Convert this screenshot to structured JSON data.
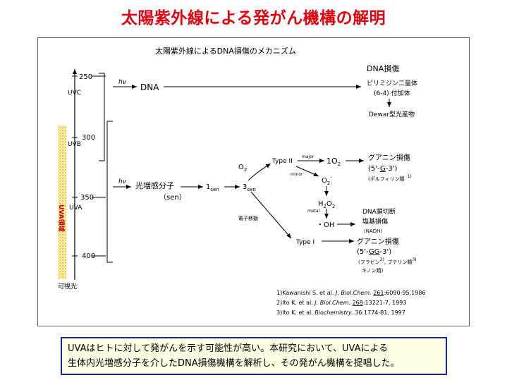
{
  "title": "太陽紫外線による発がん機構の解明",
  "diagram": {
    "heading": "太陽紫外線によるDNA損傷のメカニズム",
    "hv": "hν",
    "dna": "DNA",
    "dna_damage_header": "DNA損傷",
    "pyrimidine_dimer": "ピリミジン二量体",
    "adduct_64": "(6-4) 付加体",
    "dewar": "Dewar型光産物",
    "photosensitizer": "光増感分子",
    "sen_label": "（sen）",
    "sen1_num": "1",
    "sen1_sub": "sen",
    "sen3_num": "3",
    "sen3_sub": "sen",
    "o2": "O",
    "o2_sub": "2",
    "type2": "Type II",
    "major": "major",
    "minor": "minor",
    "singlet_o2_num": "1",
    "singlet_o2": "O",
    "singlet_o2_sub": "2",
    "superoxide": "O",
    "superoxide_sub": "2",
    "superoxide_sup": "-",
    "h2o2_h": "H",
    "h2o2_2a": "2",
    "h2o2_o": "O",
    "h2o2_2b": "2",
    "metal1": "metal",
    "oh": "・OH",
    "electron_transfer": "電子移動",
    "type1": "Type I",
    "guanine_damage1": "グアニン損傷",
    "guanine_seq1": "(5'-G-3')",
    "porphyrin": "(ポルフィリン類",
    "porphyrin_ref": "1)",
    "dna_strand_break": "DNA鎖切断",
    "base_damage": "塩基損傷",
    "nadh": "(NADH)",
    "guanine_damage2": "グアニン損傷",
    "guanine_seq2": "(5'-GG-3')",
    "flavin": "(フラビン",
    "flavin_ref": "2)",
    "pterin": ", プテリン類",
    "pterin_ref": "3)",
    "quinone": "キノン類)",
    "axis": {
      "ticks": [
        "250",
        "300",
        "350",
        "400"
      ],
      "uvc": "UVC",
      "uvb": "UVB",
      "uva": "UVA",
      "visible": "可視光",
      "uva_band_label": "UVA領域"
    },
    "references": [
      {
        "prefix": "1)Kawanishi S. et al. ",
        "journal": "J. Biol.Chem.",
        "vol": "261",
        "pages": ":6090-95,1986"
      },
      {
        "prefix": "2)Ito K. et al. ",
        "journal": "J. Biol.Chem.",
        "vol": "268",
        "pages": ":13221-7, 1993"
      },
      {
        "prefix": "3)Ito K. et al. ",
        "journal": "Biochemistry.",
        "vol": "",
        "pages": " 36:1774-81, 1997"
      }
    ]
  },
  "summary": {
    "line1": "UVAはヒトに対して発がんを示す可能性が高い。本研究において、UVAによる",
    "line2": "生体内光増感分子を介したDNA損傷機構を解析し、その発がん機構を提唱した。"
  },
  "colors": {
    "title": "#e0000f",
    "summary_border": "#1a2a8a",
    "summary_bg": "#ffffe6",
    "uva_band": "#ffd24a"
  }
}
